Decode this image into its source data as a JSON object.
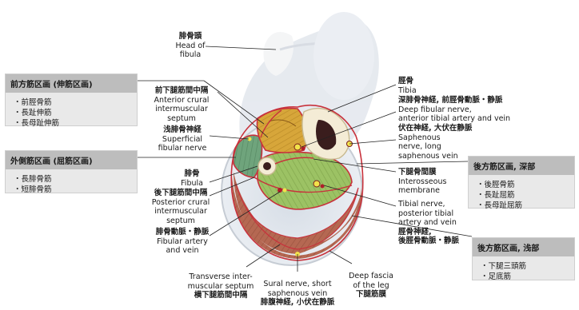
{
  "labels": {
    "head_of_fibula": [
      "腓骨頭",
      "Head of",
      "fibula"
    ],
    "anterior_septum": [
      "前下腿筋間中隔",
      "Anterior crural",
      "intermuscular",
      "septum"
    ],
    "superficial_fibular": [
      "浅腓骨神経",
      "Superficial",
      "fibular nerve"
    ],
    "fibula": [
      "腓骨",
      "Fibula"
    ],
    "posterior_septum": [
      "後下腿筋間中隔",
      "Posterior crural",
      "intermuscular",
      "septum"
    ],
    "fibular_artery": [
      "腓骨動脈・静脈",
      "Fibular artery",
      "and vein"
    ],
    "transverse_septum": [
      "Transverse inter-",
      "muscular septum",
      "横下腿筋間中隔"
    ],
    "sural_nerve": [
      "Sural nerve, short",
      "saphenous vein",
      "腓腹神経, 小伏在静脈"
    ],
    "deep_fascia": [
      "Deep fascia",
      "of the leg",
      "下腿筋膜"
    ],
    "tibia": [
      "脛骨",
      "Tibia"
    ],
    "deep_fibular": [
      "深腓骨神経, 前脛骨動脈・静脈",
      "Deep fibular nerve,",
      "anterior tibial artery and vein"
    ],
    "saphenous": [
      "伏在神経, 大伏在静脈",
      "Saphenous",
      "nerve, long",
      "saphenous vein"
    ],
    "interosseous": [
      "下腿骨間膜",
      "Interosseous",
      "membrane"
    ],
    "tibial_nerve": [
      "Tibial nerve,",
      "posterior tibial",
      "artery and vein",
      "脛骨神経,",
      "後脛骨動脈・静脈"
    ]
  },
  "boxes": {
    "anterior": {
      "title": "前方筋区画 (伸筋区画)",
      "items": [
        "前脛骨筋",
        "長趾伸筋",
        "長母趾伸筋"
      ]
    },
    "lateral": {
      "title": "外側筋区画 (屈筋区画)",
      "items": [
        "長腓骨筋",
        "短腓骨筋"
      ]
    },
    "deep_posterior": {
      "title": "後方筋区画, 深部",
      "items": [
        "後脛骨筋",
        "長趾屈筋",
        "長母趾屈筋"
      ]
    },
    "superficial_posterior": {
      "title": "後方筋区画, 浅部",
      "items": [
        "下腿三頭筋",
        "足底筋"
      ]
    }
  },
  "colors": {
    "anterior_compartment": "#d9a93a",
    "lateral_compartment": "#6fa37a",
    "deep_posterior_compartment": "#9bc163",
    "superficial_posterior_compartment": "#b76a55",
    "fascia": "#c8323c",
    "bone": "#f4ecd6",
    "marrow": "#3a1d1d"
  }
}
